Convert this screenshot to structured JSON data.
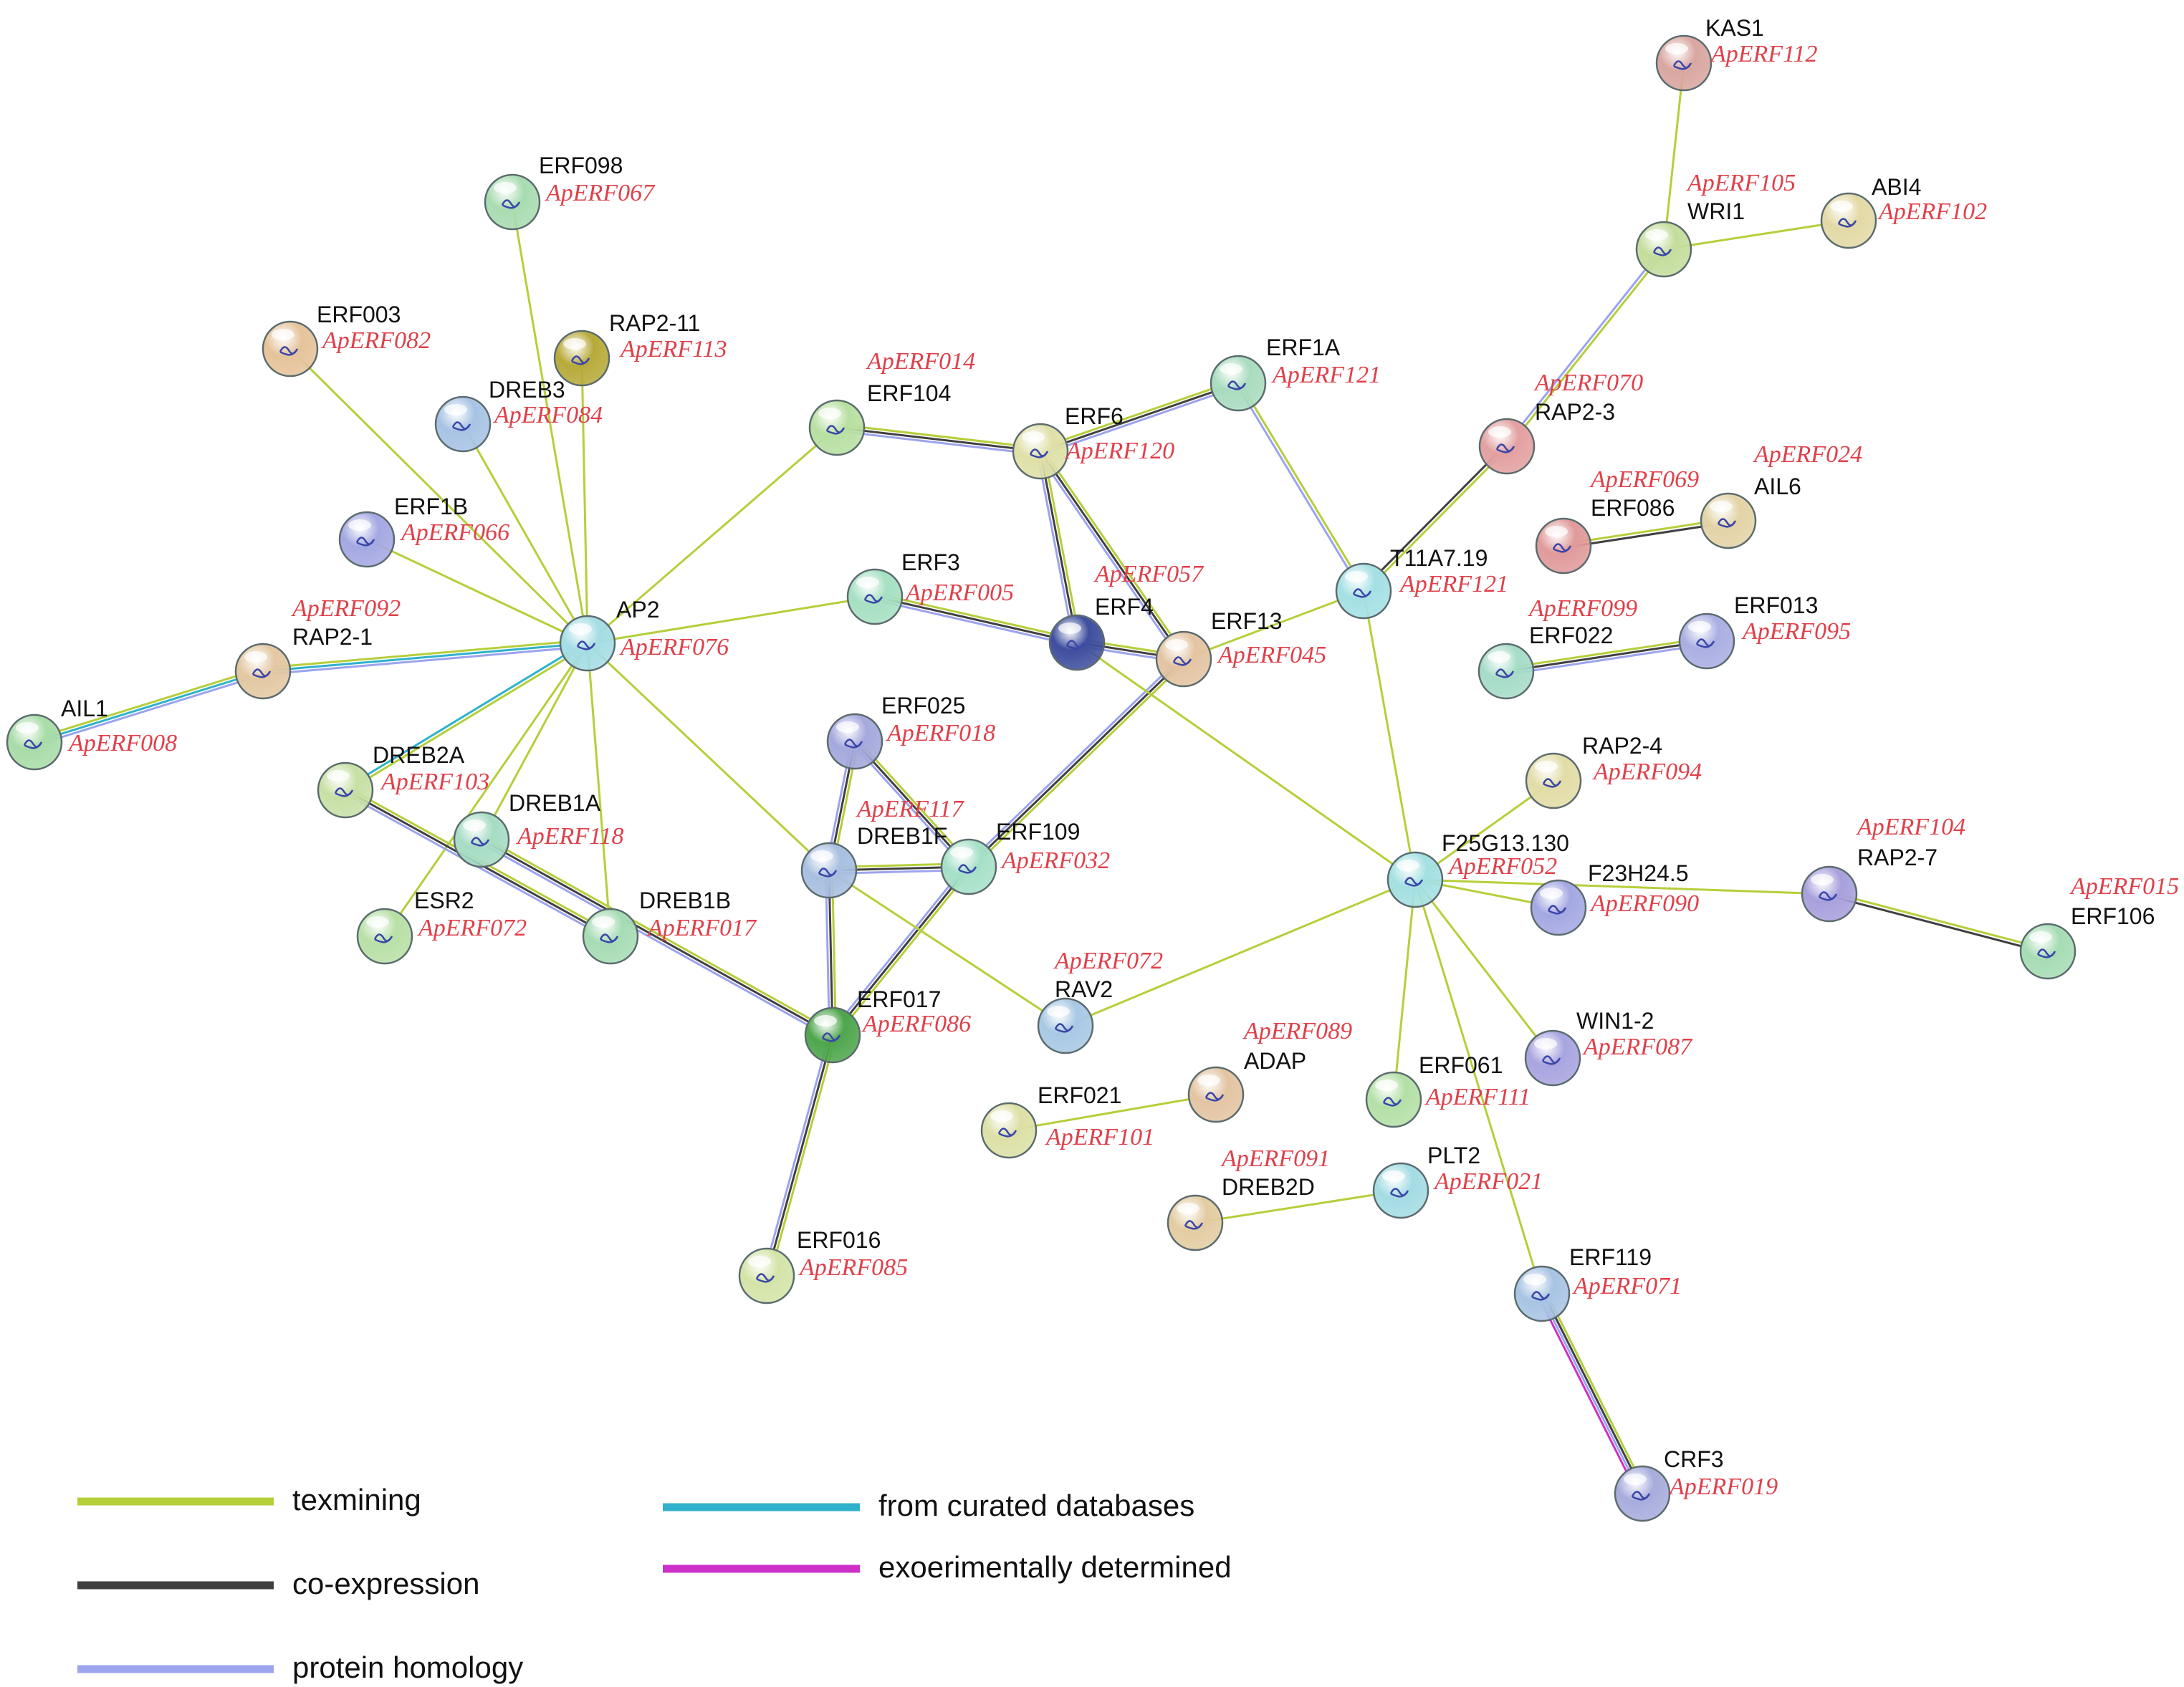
{
  "colors": {
    "texmining": "#b5cf3a",
    "coexpression": "#404040",
    "homology": "#9ca4ee",
    "curated": "#2fb1cc",
    "experimental": "#cc30c8",
    "label_red": "#e0404a"
  },
  "legend": [
    {
      "key": "texmining",
      "label": "texmining"
    },
    {
      "key": "coexpression",
      "label": "co-expression"
    },
    {
      "key": "homology",
      "label": "protein homology"
    },
    {
      "key": "curated",
      "label": "from curated databases"
    },
    {
      "key": "experimental",
      "label": "exoerimentally determined"
    }
  ],
  "nodes": [
    {
      "id": "KAS1",
      "gene": "KAS1",
      "ap": "ApERF112",
      "color": "#d9a6a0"
    },
    {
      "id": "ABI4",
      "gene": "ABI4",
      "ap": "ApERF102",
      "color": "#e3d9a6"
    },
    {
      "id": "WRI1",
      "gene": "WRI1",
      "ap": "ApERF105",
      "color": "#c4dd9c"
    },
    {
      "id": "ERF098",
      "gene": "ERF098",
      "ap": "ApERF067",
      "color": "#a8dcb0"
    },
    {
      "id": "ERF003",
      "gene": "ERF003",
      "ap": "ApERF082",
      "color": "#e5c39a"
    },
    {
      "id": "RAP2-11",
      "gene": "RAP2-11",
      "ap": "ApERF113",
      "color": "#b7aa3a"
    },
    {
      "id": "DREB3",
      "gene": "DREB3",
      "ap": "ApERF084",
      "color": "#a7c3e4"
    },
    {
      "id": "ERF104",
      "gene": "ERF104",
      "ap": "ApERF014",
      "color": "#b8e0a2"
    },
    {
      "id": "ERF6",
      "gene": "ERF6",
      "ap": "ApERF120",
      "color": "#dfe0a8"
    },
    {
      "id": "ERF1A",
      "gene": "ERF1A",
      "ap": "ApERF121",
      "color": "#a9dcbf"
    },
    {
      "id": "RAP2-3",
      "gene": "RAP2-3",
      "ap": "ApERF070",
      "color": "#e3a0a0"
    },
    {
      "id": "AIL6",
      "gene": "AIL6",
      "ap": "ApERF024",
      "color": "#e3d3a6"
    },
    {
      "id": "ERF086",
      "gene": "ERF086",
      "ap": "ApERF069",
      "color": "#e09a9a"
    },
    {
      "id": "ERF1B",
      "gene": "ERF1B",
      "ap": "ApERF066",
      "color": "#a4a8e2"
    },
    {
      "id": "T11A7.19",
      "gene": "T11A7.19",
      "ap": "ApERF121",
      "color": "#a4e0e4"
    },
    {
      "id": "ERF3",
      "gene": "ERF3",
      "ap": "ApERF005",
      "color": "#a6e0c2"
    },
    {
      "id": "AP2",
      "gene": "AP2",
      "ap": "ApERF076",
      "color": "#a4dde4"
    },
    {
      "id": "ERF4",
      "gene": "ERF4",
      "ap": "ApERF057",
      "color": "#3e4e9e"
    },
    {
      "id": "ERF13",
      "gene": "ERF13",
      "ap": "ApERF045",
      "color": "#e3c4a2"
    },
    {
      "id": "ERF013",
      "gene": "ERF013",
      "ap": "ApERF095",
      "color": "#aaaee2"
    },
    {
      "id": "ERF022",
      "gene": "ERF022",
      "ap": "ApERF099",
      "color": "#a6dcc8"
    },
    {
      "id": "RAP2-1",
      "gene": "RAP2-1",
      "ap": "ApERF092",
      "color": "#e3c8a2"
    },
    {
      "id": "AIL1",
      "gene": "AIL1",
      "ap": "ApERF008",
      "color": "#a8dca8"
    },
    {
      "id": "ERF025",
      "gene": "ERF025",
      "ap": "ApERF018",
      "color": "#a4a8dc"
    },
    {
      "id": "DREB2A",
      "gene": "DREB2A",
      "ap": "ApERF103",
      "color": "#c8e0a6"
    },
    {
      "id": "RAP2-4",
      "gene": "RAP2-4",
      "ap": "ApERF094",
      "color": "#e2dca6"
    },
    {
      "id": "DREB1A",
      "gene": "DREB1A",
      "ap": "ApERF118",
      "color": "#a6dcc4"
    },
    {
      "id": "DREB1F",
      "gene": "DREB1F",
      "ap": "ApERF117",
      "color": "#a8bfe0"
    },
    {
      "id": "ERF109",
      "gene": "ERF109",
      "ap": "ApERF032",
      "color": "#a6e0c8"
    },
    {
      "id": "F25G13.130",
      "gene": "F25G13.130",
      "ap": "ApERF052",
      "color": "#a4e0e2"
    },
    {
      "id": "RAP2-7",
      "gene": "RAP2-7",
      "ap": "ApERF104",
      "color": "#a8a0dc"
    },
    {
      "id": "F23H24.5",
      "gene": "F23H24.5",
      "ap": "ApERF090",
      "color": "#a4a8e2"
    },
    {
      "id": "ERF106",
      "gene": "ERF106",
      "ap": "ApERF015",
      "color": "#a6dcb4"
    },
    {
      "id": "ESR2",
      "gene": "ESR2",
      "ap": "ApERF072",
      "color": "#b8e0a6"
    },
    {
      "id": "DREB1B",
      "gene": "DREB1B",
      "ap": "ApERF017",
      "color": "#a6dcb4"
    },
    {
      "id": "ERF017",
      "gene": "ERF017",
      "ap": "ApERF086",
      "color": "#4ea64c"
    },
    {
      "id": "RAV2",
      "gene": "RAV2",
      "ap": "ApERF072",
      "color": "#a8c8e4"
    },
    {
      "id": "WIN1-2",
      "gene": "WIN1-2",
      "ap": "ApERF087",
      "color": "#a8a4e0"
    },
    {
      "id": "ADAP",
      "gene": "ADAP",
      "ap": "ApERF089",
      "color": "#e3c4a2"
    },
    {
      "id": "ERF021",
      "gene": "ERF021",
      "ap": "ApERF101",
      "color": "#dce0a6"
    },
    {
      "id": "ERF061",
      "gene": "ERF061",
      "ap": "ApERF111",
      "color": "#b4e0a6"
    },
    {
      "id": "PLT2",
      "gene": "PLT2",
      "ap": "ApERF021",
      "color": "#a4dce4"
    },
    {
      "id": "DREB2D",
      "gene": "DREB2D",
      "ap": "ApERF091",
      "color": "#e3cca2"
    },
    {
      "id": "ERF016",
      "gene": "ERF016",
      "ap": "ApERF085",
      "color": "#d4e4a8"
    },
    {
      "id": "ERF119",
      "gene": "ERF119",
      "ap": "ApERF071",
      "color": "#a8c4e4"
    },
    {
      "id": "CRF3",
      "gene": "CRF3",
      "ap": "ApERF019",
      "color": "#a8acdc"
    }
  ],
  "edges": [
    {
      "a": "KAS1",
      "b": "WRI1",
      "types": [
        "texmining"
      ]
    },
    {
      "a": "WRI1",
      "b": "ABI4",
      "types": [
        "texmining"
      ]
    },
    {
      "a": "WRI1",
      "b": "RAP2-3",
      "types": [
        "texmining",
        "homology"
      ]
    },
    {
      "a": "RAP2-3",
      "b": "T11A7.19",
      "types": [
        "texmining",
        "coexpression"
      ]
    },
    {
      "a": "ERF086",
      "b": "AIL6",
      "types": [
        "texmining",
        "coexpression"
      ]
    },
    {
      "a": "ERF022",
      "b": "ERF013",
      "types": [
        "texmining",
        "coexpression",
        "homology"
      ]
    },
    {
      "a": "ERF098",
      "b": "AP2",
      "types": [
        "texmining"
      ]
    },
    {
      "a": "ERF003",
      "b": "AP2",
      "types": [
        "texmining"
      ]
    },
    {
      "a": "RAP2-11",
      "b": "AP2",
      "types": [
        "texmining"
      ]
    },
    {
      "a": "DREB3",
      "b": "AP2",
      "types": [
        "texmining"
      ]
    },
    {
      "a": "ERF1B",
      "b": "AP2",
      "types": [
        "texmining"
      ]
    },
    {
      "a": "RAP2-1",
      "b": "AP2",
      "types": [
        "texmining",
        "curated",
        "homology"
      ]
    },
    {
      "a": "AIL1",
      "b": "RAP2-1",
      "types": [
        "texmining",
        "curated",
        "homology"
      ]
    },
    {
      "a": "AP2",
      "b": "ERF104",
      "types": [
        "texmining"
      ]
    },
    {
      "a": "AP2",
      "b": "ERF3",
      "types": [
        "texmining"
      ]
    },
    {
      "a": "AP2",
      "b": "DREB2A",
      "types": [
        "texmining",
        "curated"
      ]
    },
    {
      "a": "AP2",
      "b": "DREB1A",
      "types": [
        "texmining"
      ]
    },
    {
      "a": "AP2",
      "b": "ESR2",
      "types": [
        "texmining"
      ]
    },
    {
      "a": "AP2",
      "b": "DREB1B",
      "types": [
        "texmining"
      ]
    },
    {
      "a": "AP2",
      "b": "DREB1F",
      "types": [
        "texmining"
      ]
    },
    {
      "a": "ERF104",
      "b": "ERF6",
      "types": [
        "texmining",
        "coexpression",
        "homology"
      ]
    },
    {
      "a": "ERF6",
      "b": "ERF1A",
      "types": [
        "texmining",
        "coexpression",
        "homology"
      ]
    },
    {
      "a": "ERF6",
      "b": "ERF4",
      "types": [
        "texmining",
        "coexpression",
        "homology"
      ]
    },
    {
      "a": "ERF6",
      "b": "ERF13",
      "types": [
        "texmining",
        "coexpression",
        "homology"
      ]
    },
    {
      "a": "ERF1A",
      "b": "T11A7.19",
      "types": [
        "texmining",
        "homology"
      ]
    },
    {
      "a": "ERF3",
      "b": "ERF4",
      "types": [
        "texmining",
        "coexpression",
        "homology"
      ]
    },
    {
      "a": "ERF4",
      "b": "ERF13",
      "types": [
        "texmining",
        "coexpression",
        "homology"
      ]
    },
    {
      "a": "ERF13",
      "b": "T11A7.19",
      "types": [
        "texmining"
      ]
    },
    {
      "a": "ERF13",
      "b": "ERF109",
      "types": [
        "texmining",
        "coexpression",
        "homology"
      ]
    },
    {
      "a": "ERF4",
      "b": "F25G13.130",
      "types": [
        "texmining"
      ]
    },
    {
      "a": "T11A7.19",
      "b": "F25G13.130",
      "types": [
        "texmining"
      ]
    },
    {
      "a": "ERF025",
      "b": "DREB1F",
      "types": [
        "texmining",
        "coexpression",
        "homology"
      ]
    },
    {
      "a": "ERF025",
      "b": "ERF109",
      "types": [
        "texmining",
        "coexpression",
        "homology"
      ]
    },
    {
      "a": "DREB1F",
      "b": "ERF109",
      "types": [
        "texmining",
        "coexpression",
        "homology"
      ]
    },
    {
      "a": "DREB1F",
      "b": "ERF017",
      "types": [
        "texmining",
        "coexpression",
        "homology"
      ]
    },
    {
      "a": "ERF109",
      "b": "ERF017",
      "types": [
        "texmining",
        "coexpression",
        "homology"
      ]
    },
    {
      "a": "DREB1F",
      "b": "RAV2",
      "types": [
        "texmining"
      ]
    },
    {
      "a": "DREB2A",
      "b": "DREB1B",
      "types": [
        "texmining",
        "coexpression",
        "homology"
      ]
    },
    {
      "a": "DREB1A",
      "b": "ERF017",
      "types": [
        "texmining",
        "coexpression",
        "homology"
      ]
    },
    {
      "a": "ERF017",
      "b": "ERF016",
      "types": [
        "texmining",
        "coexpression",
        "homology"
      ]
    },
    {
      "a": "F25G13.130",
      "b": "RAP2-4",
      "types": [
        "texmining"
      ]
    },
    {
      "a": "F25G13.130",
      "b": "F23H24.5",
      "types": [
        "texmining"
      ]
    },
    {
      "a": "F25G13.130",
      "b": "RAP2-7",
      "types": [
        "texmining"
      ]
    },
    {
      "a": "RAP2-7",
      "b": "ERF106",
      "types": [
        "texmining",
        "coexpression"
      ]
    },
    {
      "a": "F25G13.130",
      "b": "RAV2",
      "types": [
        "texmining"
      ]
    },
    {
      "a": "F25G13.130",
      "b": "ERF061",
      "types": [
        "texmining"
      ]
    },
    {
      "a": "F25G13.130",
      "b": "WIN1-2",
      "types": [
        "texmining"
      ]
    },
    {
      "a": "F25G13.130",
      "b": "ERF119",
      "types": [
        "texmining"
      ]
    },
    {
      "a": "ERF021",
      "b": "ADAP",
      "types": [
        "texmining"
      ]
    },
    {
      "a": "DREB2D",
      "b": "PLT2",
      "types": [
        "texmining"
      ]
    },
    {
      "a": "ERF119",
      "b": "CRF3",
      "types": [
        "texmining",
        "coexpression",
        "homology",
        "experimental"
      ]
    }
  ]
}
